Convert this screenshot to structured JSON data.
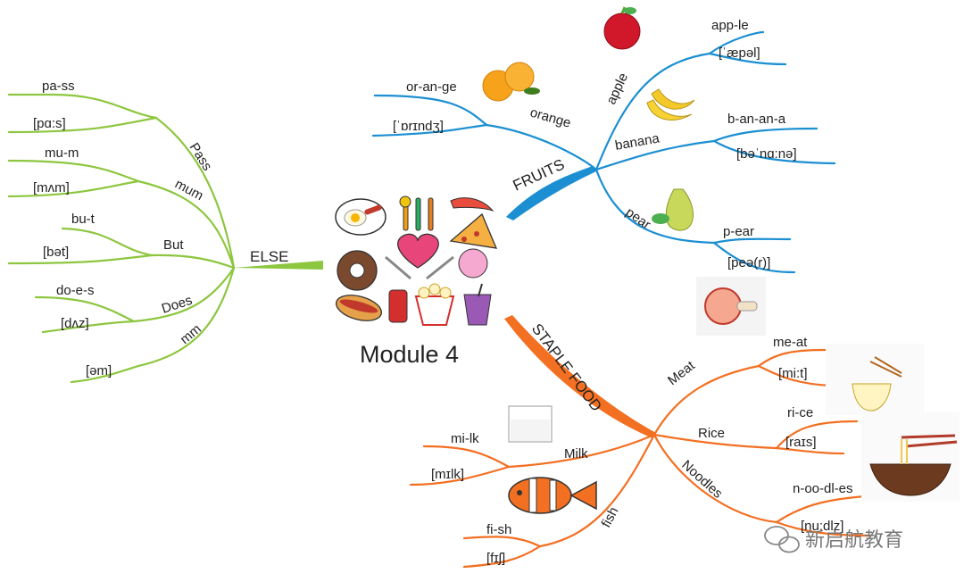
{
  "center": {
    "title": "Module 4"
  },
  "colors": {
    "else": "#8dc63f",
    "fruits": "#1b8fd2",
    "staple": "#f36f21"
  },
  "branches": {
    "else": {
      "label": "ELSE",
      "items": [
        {
          "word": "Pass",
          "parts": "pa-ss",
          "ipa": "[pɑ:s]"
        },
        {
          "word": "mum",
          "parts": "mu-m",
          "ipa": "[mʌm]"
        },
        {
          "word": "But",
          "parts": "bu-t",
          "ipa": "[bət]"
        },
        {
          "word": "Does",
          "parts": "do-e-s",
          "ipa": "[dʌz]"
        },
        {
          "word": "mm",
          "ipa": "[əm]"
        }
      ]
    },
    "fruits": {
      "label": "FRUITS",
      "items": [
        {
          "word": "orange",
          "parts": "or-an-ge",
          "ipa": "[ˈɒrɪndʒ]"
        },
        {
          "word": "apple",
          "parts": "app-le",
          "ipa": "[ˈæpəl]"
        },
        {
          "word": "banana",
          "parts": "b-an-an-a",
          "ipa": "[bəˈnɑ:nə]"
        },
        {
          "word": "pear",
          "parts": "p-ear",
          "ipa": "[peə(r)]"
        }
      ]
    },
    "staple": {
      "label": "STAPLE FOOD",
      "items": [
        {
          "word": "Meat",
          "parts": "me-at",
          "ipa": "[mi:t]"
        },
        {
          "word": "Rice",
          "parts": "ri-ce",
          "ipa": "[raɪs]"
        },
        {
          "word": "Noodles",
          "parts": "n-oo-dl-es",
          "ipa": "[nu:dlz]"
        },
        {
          "word": "Milk",
          "parts": "mi-lk",
          "ipa": "[mɪlk]"
        },
        {
          "word": "fish",
          "parts": "fi-sh",
          "ipa": "[fɪʃ]"
        }
      ]
    }
  },
  "watermark": {
    "icon": "wechat-icon",
    "text": "新启航教育"
  }
}
